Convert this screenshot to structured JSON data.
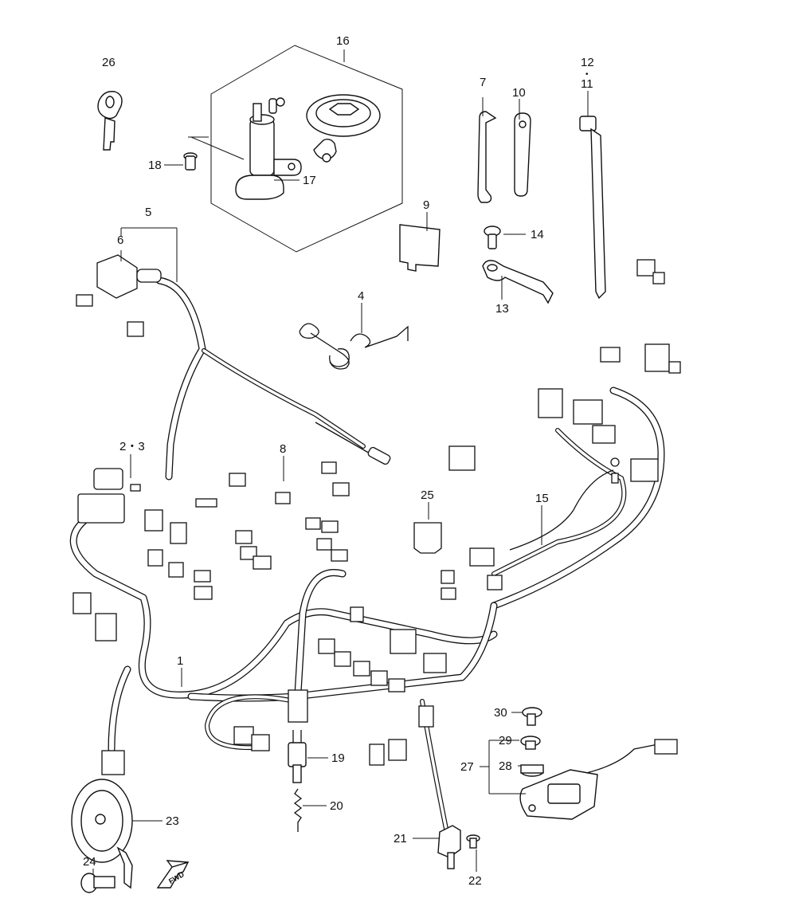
{
  "callouts": {
    "c1": "1",
    "c23": "2・3",
    "c4": "4",
    "c5": "5",
    "c6": "6",
    "c7": "7",
    "c8": "8",
    "c9": "9",
    "c10": "10",
    "c11": "11",
    "c12": "12",
    "c12dot": "•",
    "c13": "13",
    "c14": "14",
    "c15": "15",
    "c16": "16",
    "c17": "17",
    "c18": "18",
    "c19": "19",
    "c20": "20",
    "c21": "21",
    "c22": "22",
    "c23b": "23",
    "c24": "24",
    "c25": "25",
    "c26": "26",
    "c27": "27",
    "c28": "28",
    "c29": "29",
    "c30": "30"
  },
  "fwd_arrow": {
    "text": "FWD",
    "icon": "fwd-arrow-icon"
  }
}
